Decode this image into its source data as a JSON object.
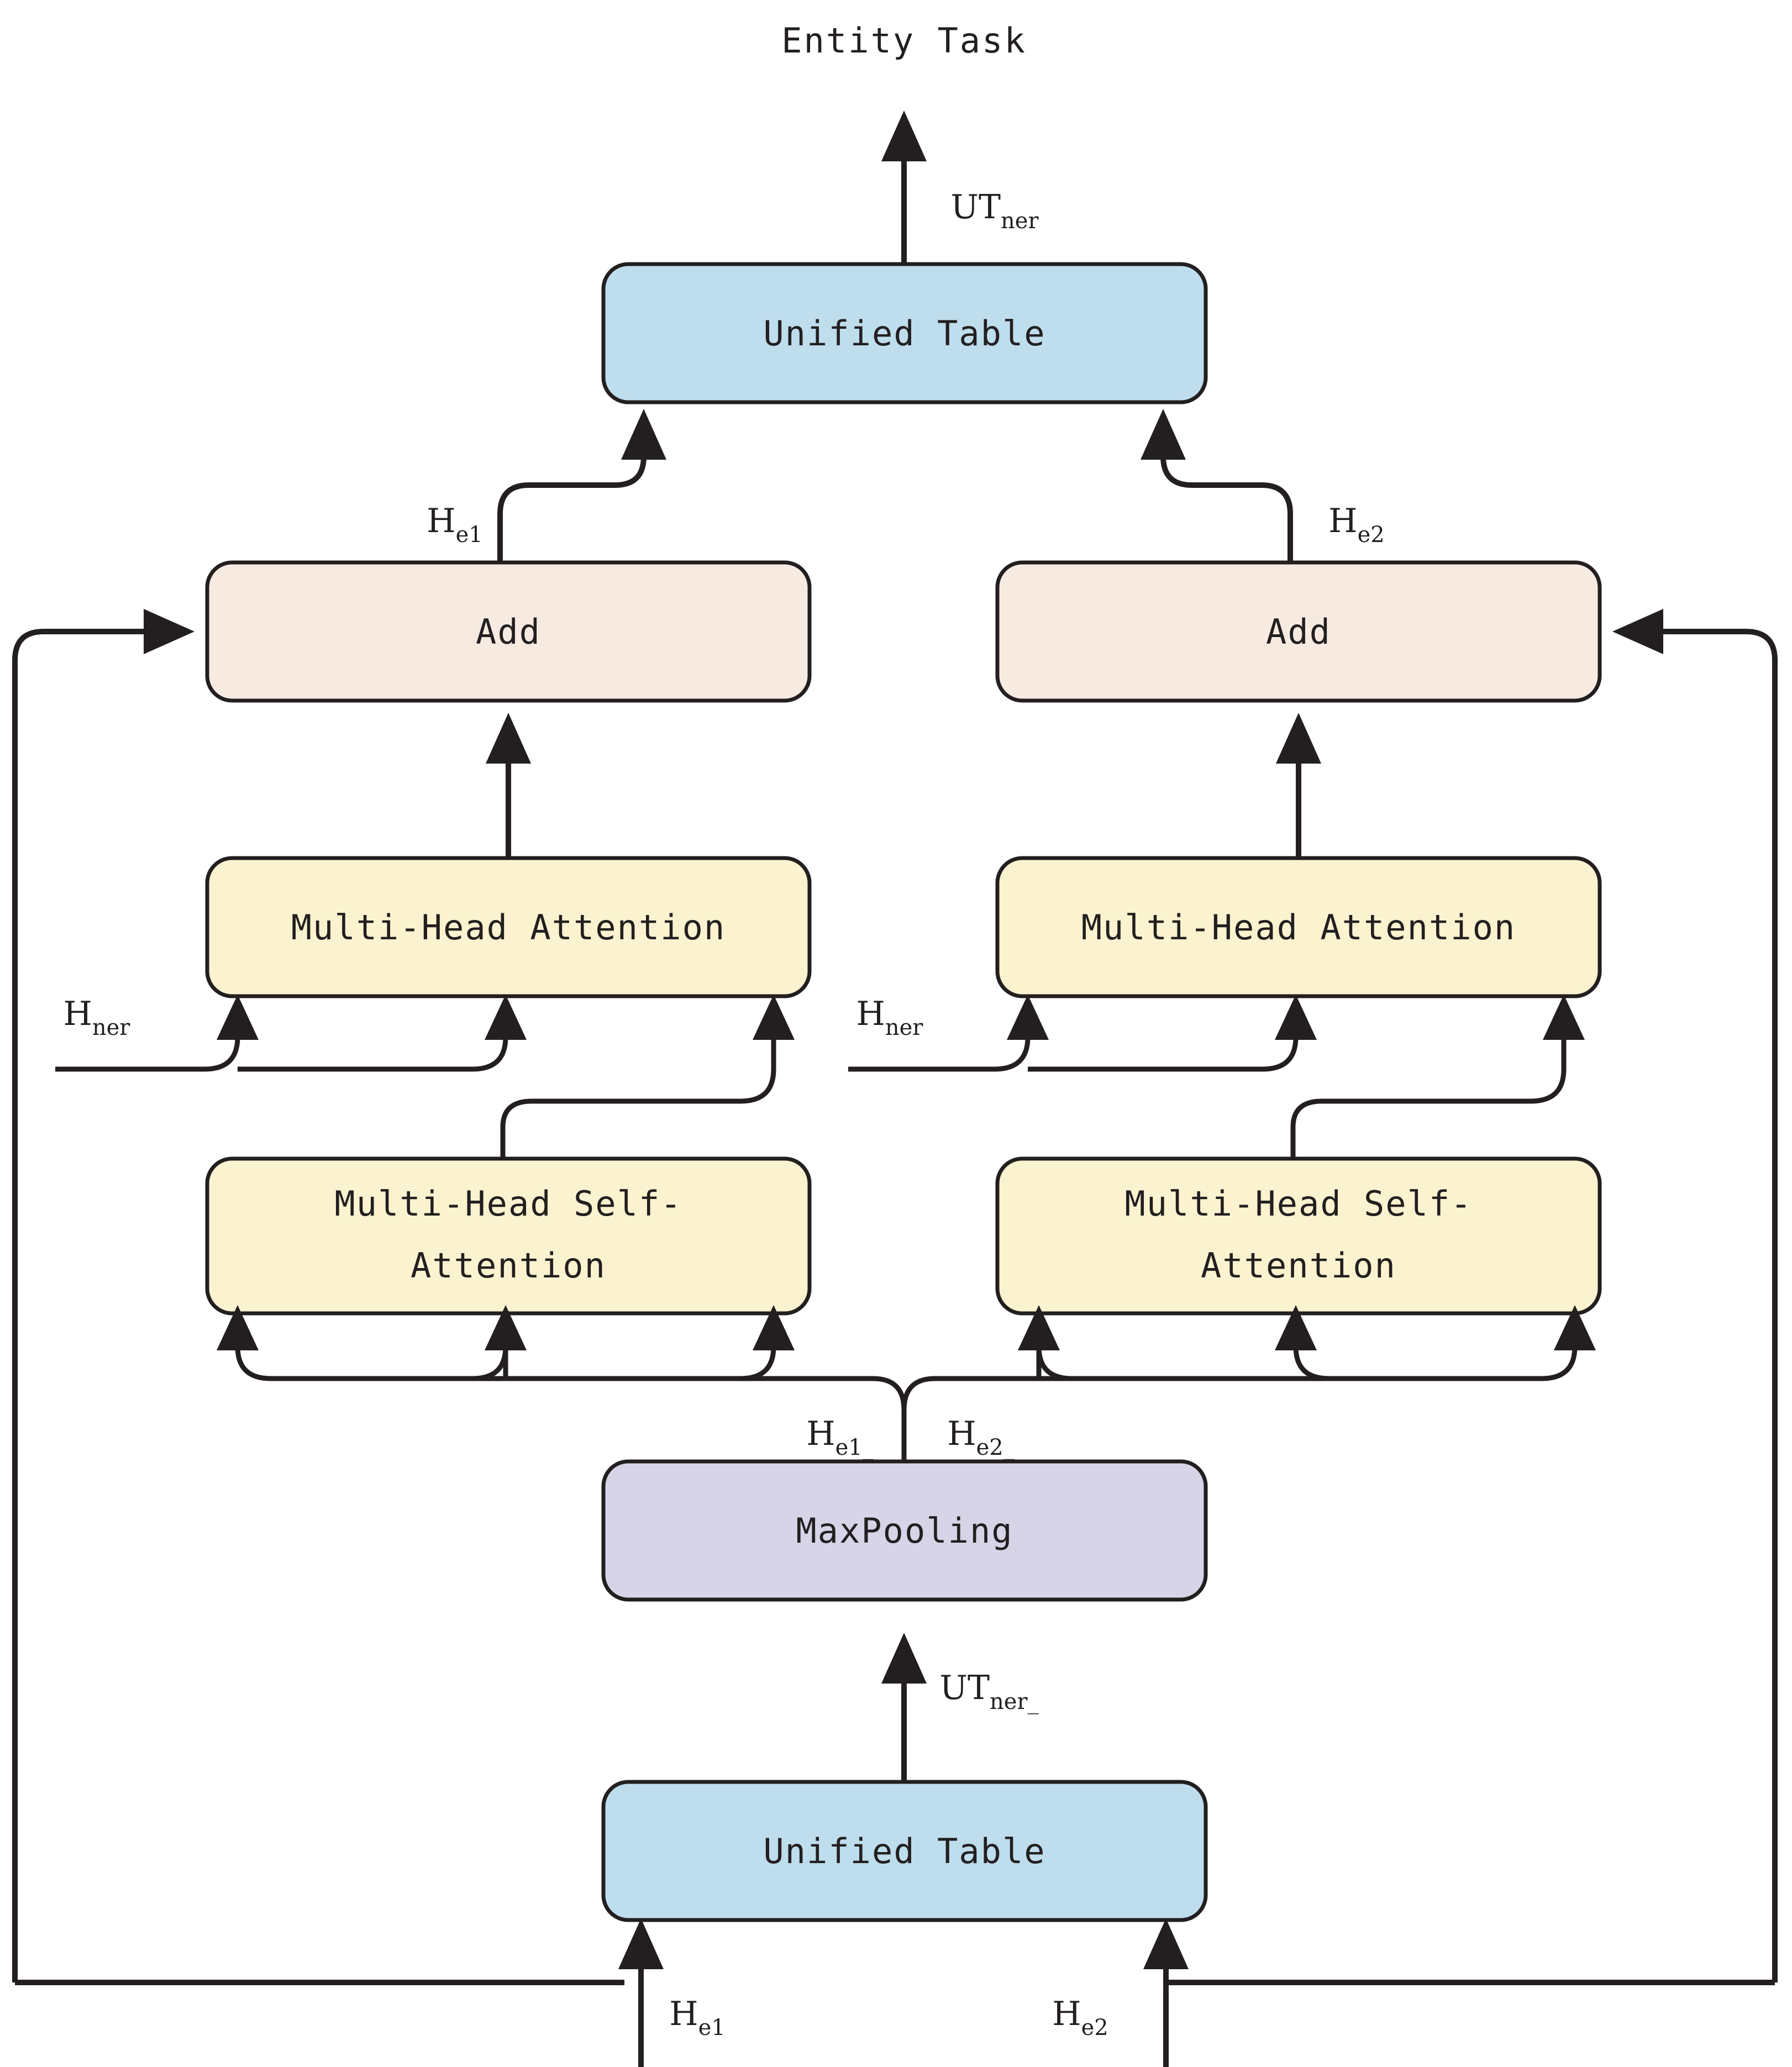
{
  "diagram": {
    "title": "Entity Task",
    "type": "neural-network-architecture-flowchart",
    "colors": {
      "unified_table": "#bedded",
      "add": "#f7ebe1",
      "attention": "#fbf2cf",
      "maxpooling": "#d7d4e7",
      "stroke": "#231f20",
      "background": "#ffffff"
    },
    "nodes": [
      {
        "id": "unified-table-top",
        "label": "Unified Table",
        "fill": "#bedded"
      },
      {
        "id": "add-left",
        "label": "Add",
        "fill": "#f7ebe1"
      },
      {
        "id": "add-right",
        "label": "Add",
        "fill": "#f7ebe1"
      },
      {
        "id": "mha-left",
        "label": "Multi-Head Attention",
        "fill": "#fbf2cf"
      },
      {
        "id": "mha-right",
        "label": "Multi-Head Attention",
        "fill": "#fbf2cf"
      },
      {
        "id": "mhsa-left",
        "label_line1": "Multi-Head Self-",
        "label_line2": "Attention",
        "fill": "#fbf2cf"
      },
      {
        "id": "mhsa-right",
        "label_line1": "Multi-Head Self-",
        "label_line2": "Attention",
        "fill": "#fbf2cf"
      },
      {
        "id": "maxpooling",
        "label": "MaxPooling",
        "fill": "#d7d4e7"
      },
      {
        "id": "unified-table-bottom",
        "label": "Unified Table",
        "fill": "#bedded"
      }
    ],
    "edge_labels": [
      {
        "id": "ut-ner",
        "base": "UT",
        "sub": "ner"
      },
      {
        "id": "h-e1-top",
        "base": "H",
        "sub": "e1"
      },
      {
        "id": "h-e2-top",
        "base": "H",
        "sub": "e2"
      },
      {
        "id": "h-ner-left",
        "base": "H",
        "sub": "ner"
      },
      {
        "id": "h-ner-right",
        "base": "H",
        "sub": "ner"
      },
      {
        "id": "h-e1-underscore",
        "base": "H",
        "sub": "e1_"
      },
      {
        "id": "h-e2-underscore",
        "base": "H",
        "sub": "e2_"
      },
      {
        "id": "ut-ner-underscore",
        "base": "UT",
        "sub": "ner_"
      },
      {
        "id": "h-e1-bottom",
        "base": "H",
        "sub": "e1"
      },
      {
        "id": "h-e2-bottom",
        "base": "H",
        "sub": "e2"
      }
    ]
  }
}
